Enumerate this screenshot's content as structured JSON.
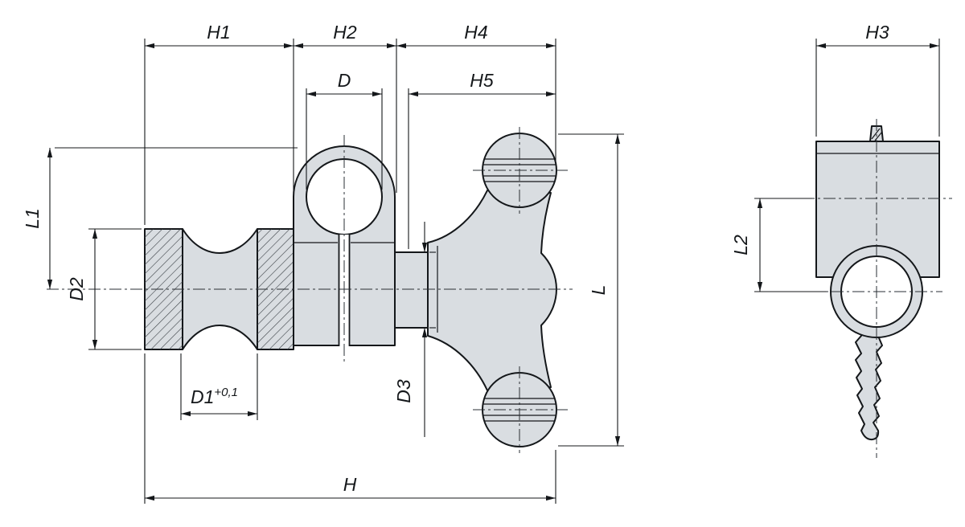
{
  "drawing": {
    "description": "Two-view dimensioned technical drawing of an adjustable clamping lever with grooved roller and wing screws",
    "colors": {
      "line": "#14171a",
      "part_fill": "#d9dde1",
      "background": "#ffffff"
    },
    "dim_labels": {
      "h1": "H1",
      "h2": "H2",
      "h4": "H4",
      "d": "D",
      "h5": "H5",
      "l1": "L1",
      "d2": "D2",
      "d1_base": "D1",
      "d1_tol": "+0,1",
      "d3": "D3",
      "l": "L",
      "h": "H",
      "h3": "H3",
      "l2": "L2"
    }
  }
}
